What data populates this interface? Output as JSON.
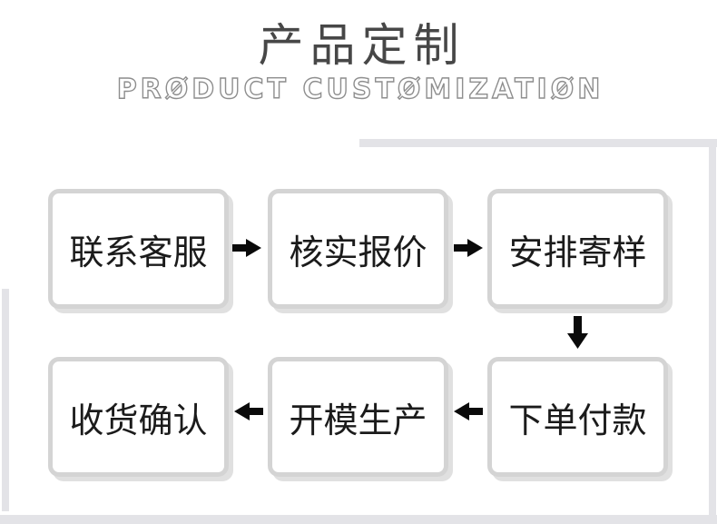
{
  "header": {
    "title": "产品定制",
    "subtitle": "PRODUCT CUSTOMIZATION"
  },
  "flow": {
    "steps": [
      {
        "order": 1,
        "label": "联系客服"
      },
      {
        "order": 2,
        "label": "核实报价"
      },
      {
        "order": 3,
        "label": "安排寄样"
      },
      {
        "order": 4,
        "label": "下单付款"
      },
      {
        "order": 5,
        "label": "开模生产"
      },
      {
        "order": 6,
        "label": "收货确认"
      }
    ],
    "connectors": [
      {
        "from": "联系客服",
        "to": "核实报价",
        "direction": "right"
      },
      {
        "from": "核实报价",
        "to": "安排寄样",
        "direction": "right"
      },
      {
        "from": "安排寄样",
        "to": "下单付款",
        "direction": "down"
      },
      {
        "from": "下单付款",
        "to": "开模生产",
        "direction": "left"
      },
      {
        "from": "开模生产",
        "to": "收货确认",
        "direction": "left"
      }
    ]
  },
  "icons": {
    "right_arrow": "arrow-right-icon",
    "left_arrow": "arrow-left-icon",
    "down_arrow": "arrow-down-icon"
  },
  "colors": {
    "title_text": "#474747",
    "subtitle_text": "#8e8e8e",
    "step_text": "#1b1b1b",
    "step_border": "#d4d4d4",
    "step_shadow": "#e0e0e0",
    "arrow": "#0a0a0a",
    "frame_line": "#e3e3e7",
    "background": "#ffffff"
  }
}
